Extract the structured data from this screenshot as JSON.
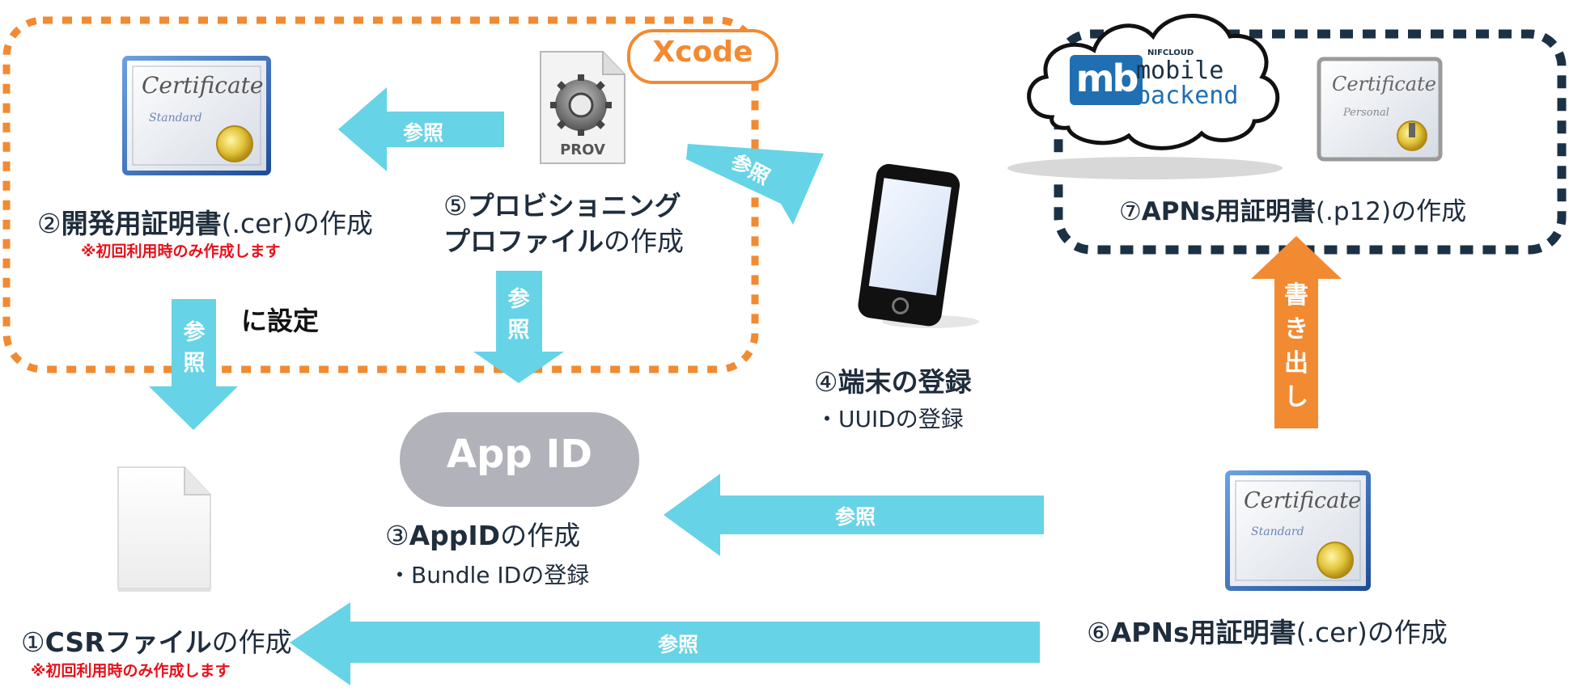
{
  "xcode_label": "Xcode",
  "ncmb_logo": {
    "brand": "NIFCLOUD",
    "line1": "mobile",
    "line2": "backend",
    "mark": "mb"
  },
  "steps": {
    "s1": {
      "title_num": "①",
      "title_bold": "CSRファイル",
      "title_rest": "の作成",
      "note": "※初回利用時のみ作成します"
    },
    "s2": {
      "title_num": "②",
      "title_bold": "開発用証明書",
      "title_rest": "(.cer)の作成",
      "note": "※初回利用時のみ作成します"
    },
    "s3": {
      "title_num": "③",
      "title_bold": "AppID",
      "title_rest": "の作成",
      "sub": "・Bundle IDの登録"
    },
    "s4": {
      "title_num": "④",
      "title_bold": "端末の登録",
      "sub": "・UUIDの登録"
    },
    "s5": {
      "line1_num": "⑤",
      "line1_bold": "プロビショニング",
      "line2_bold": "プロファイル",
      "line2_rest": "の作成"
    },
    "s6": {
      "title_num": "⑥",
      "title_bold": "APNs用証明書",
      "title_rest": "(.cer)の作成"
    },
    "s7": {
      "title_num": "⑦",
      "title_bold": "APNs用証明書",
      "title_rest": "(.p12)の作成"
    }
  },
  "set_label": "に設定",
  "app_id_pill": "App ID",
  "prov_label": "PROV",
  "arrows": {
    "ref": "参照",
    "ref_v1": "参",
    "ref_v2": "照",
    "export_chars": [
      "書",
      "き",
      "出",
      "し"
    ]
  },
  "colors": {
    "arrow_blue": "#66d3e6",
    "arrow_orange": "#f28a32",
    "xcode_border": "#f28a32",
    "ncmb_border": "#1b3145",
    "pill_gray": "#b2b2bb",
    "note_red": "#e8101a",
    "ncmb_blue": "#1f6fb2"
  },
  "icons": [
    "certificate-icon",
    "prov-gear-icon",
    "iphone-icon",
    "blank-file-icon",
    "personal-certificate-icon",
    "cloud-icon"
  ]
}
